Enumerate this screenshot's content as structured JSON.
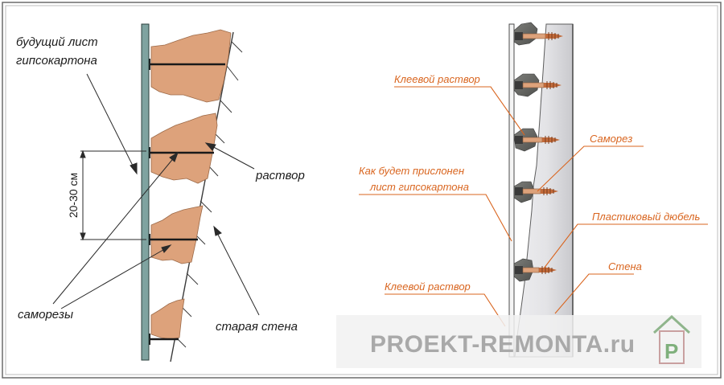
{
  "left_diagram": {
    "label_sheet_line1": "будущий лист",
    "label_sheet_line2": "гипсокартона",
    "label_spacing": "20-30 см",
    "label_mortar": "раствор",
    "label_screws": "саморезы",
    "label_old_wall": "старая стена"
  },
  "right_diagram": {
    "label_adhesive_top": "Клеевой раствор",
    "label_screw": "Саморез",
    "label_sheet_line1": "Как будет прислонен",
    "label_sheet_line2": "лист гипсокартона",
    "label_plastic_dowel": "Пластиковый дюбель",
    "label_wall": "Стена",
    "label_adhesive_bottom": "Клеевой раствор"
  },
  "watermark": {
    "text": "PROEKT-REMONTA.ru",
    "logo_letter": "P"
  },
  "colors": {
    "mortar": "#dda27b",
    "board": "#7fa3a0",
    "orange_text": "#d9651f",
    "frame": "#5a5a5a"
  }
}
